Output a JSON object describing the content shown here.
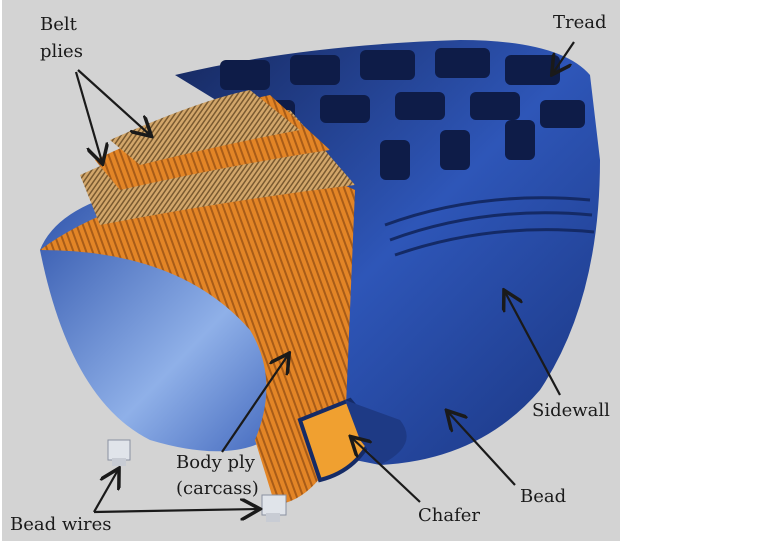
{
  "labels": {
    "belt_plies_1": "Belt",
    "belt_plies_2": "plies",
    "tread": "Tread",
    "sidewall": "Sidewall",
    "bead": "Bead",
    "chafer": "Chafer",
    "body_ply_1": "Body ply",
    "body_ply_2": "(carcass)",
    "bead_wires": "Bead wires"
  },
  "colors": {
    "background": "#d3d3d3",
    "rubber": "#1f3f8f",
    "rubber_dark": "#0f1f4a",
    "ply": "#e88a2a",
    "belt": "#c79a5a"
  }
}
